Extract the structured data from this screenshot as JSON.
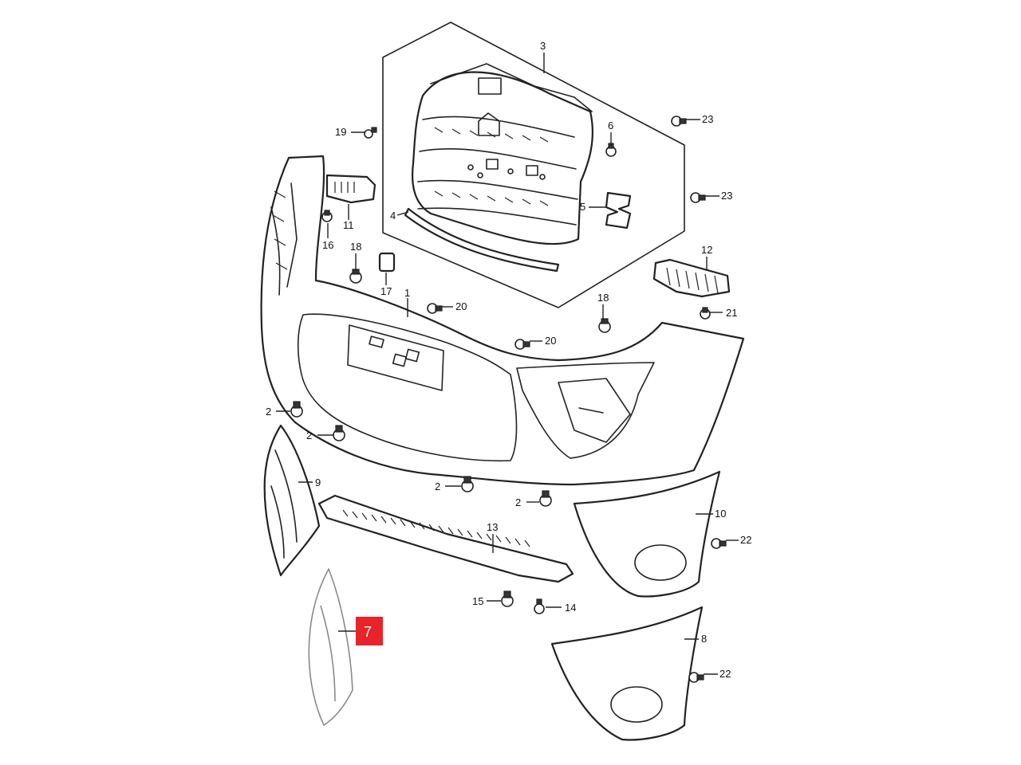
{
  "diagram": {
    "highlight_color": "#e8232a",
    "callouts": [
      {
        "label": "3"
      },
      {
        "label": "19"
      },
      {
        "label": "6"
      },
      {
        "label": "23"
      },
      {
        "label": "23"
      },
      {
        "label": "11"
      },
      {
        "label": "16"
      },
      {
        "label": "4"
      },
      {
        "label": "5"
      },
      {
        "label": "18"
      },
      {
        "label": "17"
      },
      {
        "label": "12"
      },
      {
        "label": "1"
      },
      {
        "label": "20"
      },
      {
        "label": "18"
      },
      {
        "label": "21"
      },
      {
        "label": "20"
      },
      {
        "label": "2"
      },
      {
        "label": "2"
      },
      {
        "label": "9"
      },
      {
        "label": "2"
      },
      {
        "label": "2"
      },
      {
        "label": "10"
      },
      {
        "label": "13"
      },
      {
        "label": "22"
      },
      {
        "label": "15"
      },
      {
        "label": "14"
      },
      {
        "label": "8"
      },
      {
        "label": "22"
      }
    ],
    "highlighted_callout": {
      "label": "7"
    }
  }
}
